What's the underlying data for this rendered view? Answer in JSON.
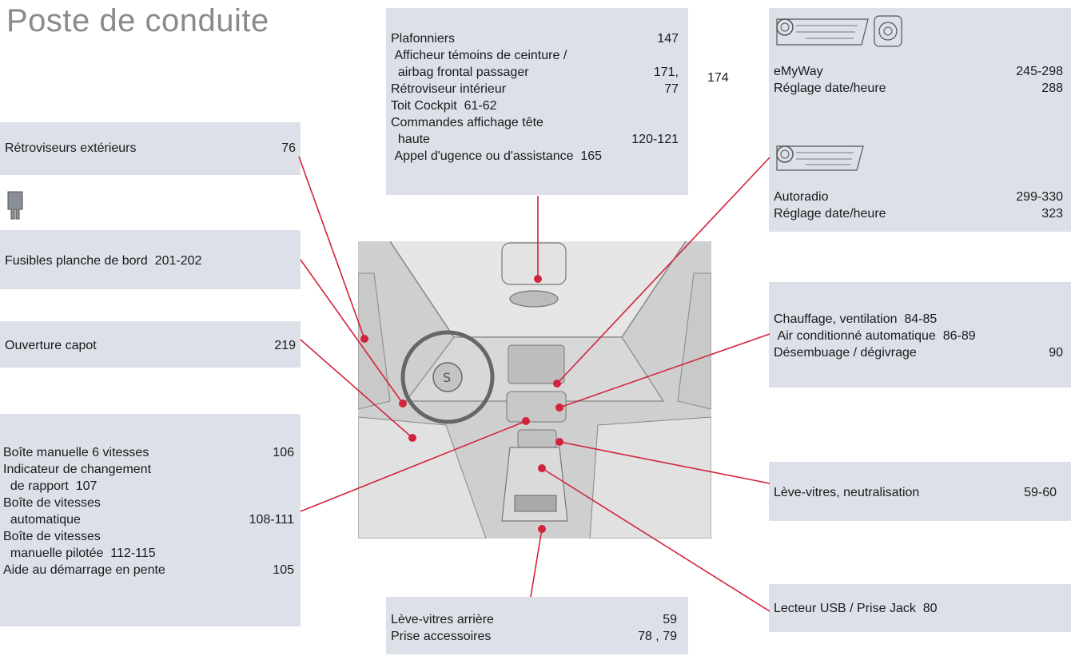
{
  "page_title": "Poste de conduite",
  "boxes": {
    "plafonniers": {
      "rows": [
        [
          "Plafonniers",
          "147"
        ],
        [
          " Afficheur témoins de ceinture /",
          ""
        ],
        [
          "  airbag frontal passager",
          "171,"
        ],
        [
          "Rétroviseur intérieur",
          "77"
        ],
        [
          "Toit Cockpit  61-62",
          ""
        ],
        [
          "Commandes affichage tête",
          ""
        ],
        [
          "  haute",
          "120-121"
        ],
        [
          " Appel d'ugence ou d'assistance  165",
          ""
        ]
      ],
      "extra": "174"
    },
    "emyway": {
      "rows": [
        [
          "eMyWay",
          "245-298"
        ],
        [
          "Réglage date/heure",
          "288"
        ]
      ]
    },
    "autoradio": {
      "rows": [
        [
          "Autoradio",
          "299-330"
        ],
        [
          "Réglage date/heure",
          "323"
        ]
      ]
    },
    "retroviseurs": {
      "rows": [
        [
          "Rétroviseurs extérieurs",
          "76"
        ]
      ]
    },
    "fusibles": {
      "rows": [
        [
          "Fusibles planche de bord  201-202",
          ""
        ]
      ]
    },
    "capot": {
      "rows": [
        [
          "Ouverture capot",
          "219"
        ]
      ]
    },
    "chauffage": {
      "rows": [
        [
          "Chauffage, ventilation  84-85",
          ""
        ],
        [
          " Air conditionné automatique  86-89",
          ""
        ],
        [
          "Désembuage / dégivrage",
          "90"
        ]
      ]
    },
    "boite": {
      "rows": [
        [
          "Boîte manuelle 6 vitesses",
          "106"
        ],
        [
          "Indicateur de changement",
          ""
        ],
        [
          "  de rapport  107",
          ""
        ],
        [
          "Boîte de vitesses",
          ""
        ],
        [
          "  automatique",
          "108-111"
        ],
        [
          "Boîte de vitesses",
          ""
        ],
        [
          "  manuelle pilotée  112-115",
          ""
        ],
        [
          "Aide au démarrage en pente",
          "105"
        ]
      ]
    },
    "levevitres": {
      "rows": [
        [
          "Lève-vitres, neutralisation",
          "59-60"
        ]
      ]
    },
    "usb": {
      "rows": [
        [
          "Lecteur USB / Prise Jack  80",
          ""
        ]
      ]
    },
    "arriere": {
      "rows": [
        [
          "Lève-vitres arrière",
          "59"
        ],
        [
          "Prise accessoires",
          "78 , 79"
        ]
      ]
    }
  },
  "icons": [
    "fuse-icon",
    "navigation-device-icon",
    "radio-device-icon"
  ],
  "colors": {
    "box_bg": "#dde0e8",
    "leader_line": "#d2233c",
    "title": "#8a8a8a"
  }
}
